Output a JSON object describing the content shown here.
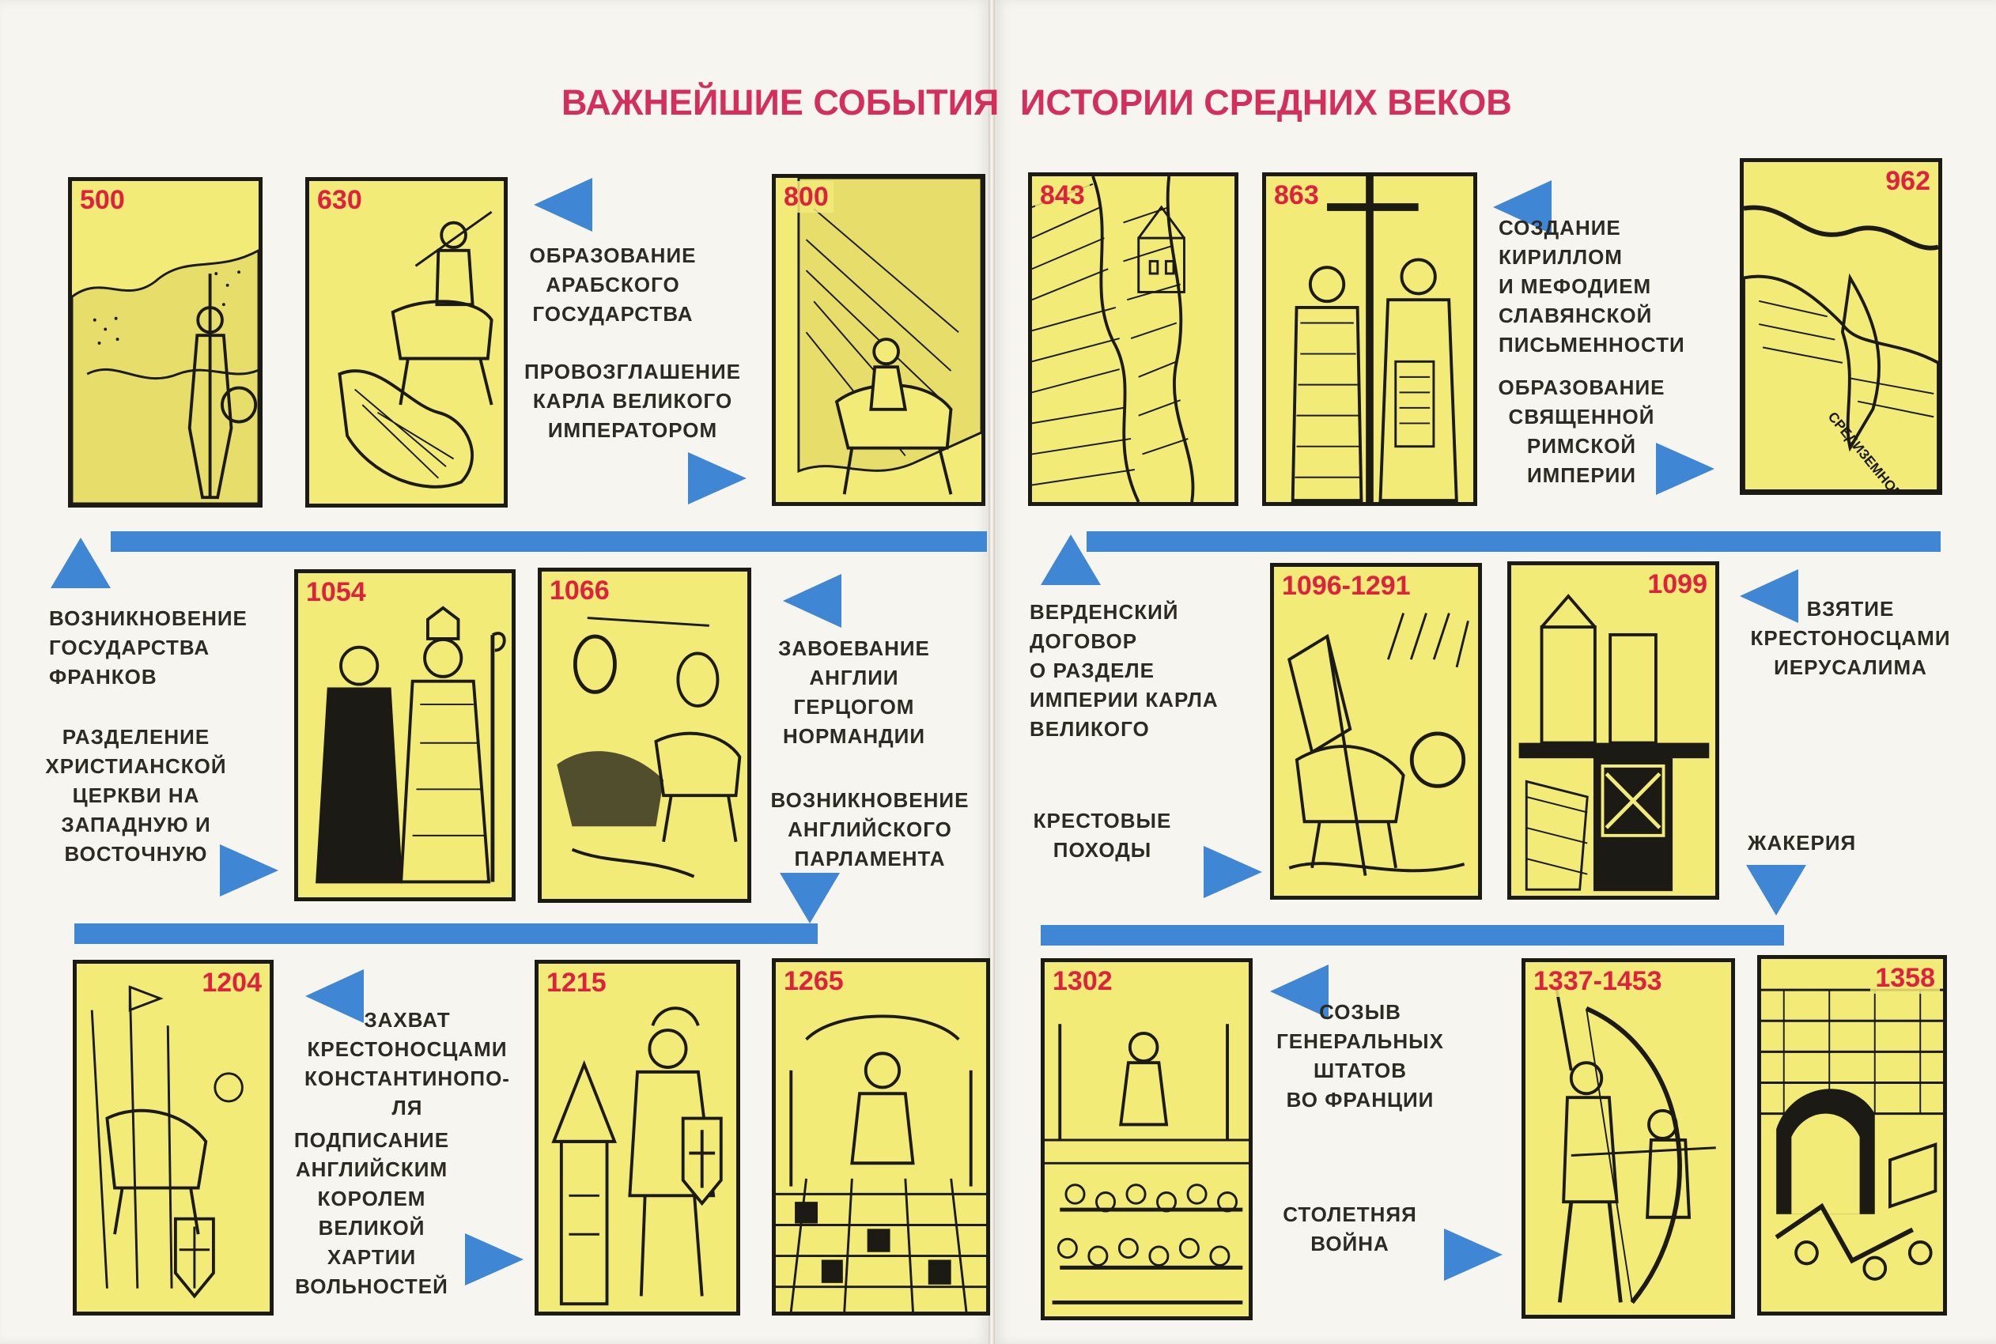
{
  "title": {
    "left": "ВАЖНЕЙШИЕ СОБЫТИЯ",
    "right": "ИСТОРИИ СРЕДНИХ ВЕКОВ"
  },
  "colors": {
    "panel": "#f2eb78",
    "year": "#e0213d",
    "arrow": "#3f86d4",
    "title": "#d42f5c",
    "ink": "#1b1a14"
  },
  "panels": {
    "p500": {
      "year": "500",
      "icon": "map-warrior-icon"
    },
    "p630": {
      "year": "630",
      "icon": "horse-rider-map-icon"
    },
    "p800": {
      "year": "800",
      "icon": "horseman-map-icon"
    },
    "p843": {
      "year": "843",
      "icon": "divided-map-icon"
    },
    "p863": {
      "year": "863",
      "icon": "monks-cross-icon"
    },
    "p962": {
      "year": "962",
      "icon": "mediterranean-map-icon",
      "map_text": "СРЕДИЗЕМНОЕ МОРЕ"
    },
    "p1054": {
      "year": "1054",
      "icon": "clergy-icon"
    },
    "p1066": {
      "year": "1066",
      "icon": "battle-scene-icon"
    },
    "p1096": {
      "year": "1096-1291",
      "icon": "crusade-battle-icon"
    },
    "p1099": {
      "year": "1099",
      "icon": "siege-tower-icon"
    },
    "p1204": {
      "year": "1204",
      "icon": "crusader-army-icon"
    },
    "p1215": {
      "year": "1215",
      "icon": "knight-castle-icon"
    },
    "p1265": {
      "year": "1265",
      "icon": "parliament-hall-icon"
    },
    "p1302": {
      "year": "1302",
      "icon": "assembly-icon"
    },
    "p1337": {
      "year": "1337-1453",
      "icon": "archer-knight-icon"
    },
    "p1358": {
      "year": "1358",
      "icon": "peasant-revolt-icon"
    }
  },
  "labels": {
    "arab_state": "образование\nарабского\nгосударства",
    "charlemagne": "провозглашение\nкарла великого\nимператором",
    "cyril": "создание\nкириллом\nи мефодием\nславянской\nписьменности",
    "hre": "образование\nсвященной\nримской\nимперии",
    "franks": "возникновение\nгосударства\nфранков",
    "church_split": "разделение\nхристианской\nцеркви на\nзападную и\nвосточную",
    "conquest_england": "завоевание\nанглии\nгерцогом\nнормандии",
    "parliament": "возникновение\nанглийского\nпарламента",
    "verdun": "верденский\nдоговор\nо разделе\nимперии карла\nвеликого",
    "crusades": "крестовые\nпоходы",
    "jerusalem": "взятие\nкрестоносцами\nиерусалима",
    "jacquerie": "жакерия",
    "constantinople": "захват\nкрестоносцами\nконстантинопо-\nля",
    "magna_carta": "подписание\nанглийским\nкоролем\nвеликой\nхартии\nвольностей",
    "estates_general": "созыв\nгенеральных\nштатов\nво франции",
    "hundred_years": "столетняя\nвойна"
  }
}
